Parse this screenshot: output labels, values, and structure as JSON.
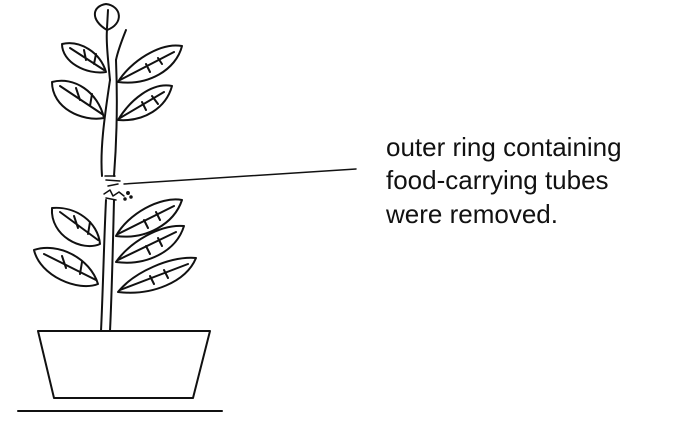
{
  "annotation": {
    "lines": [
      "outer ring containing",
      "food-carrying tubes",
      "were removed."
    ]
  },
  "colors": {
    "ink": "#111111",
    "paper": "#ffffff"
  },
  "icons": {
    "plant": "potted-plant-drawing",
    "pot": "flower-pot-drawing",
    "girdle": "removed-bark-ring"
  }
}
